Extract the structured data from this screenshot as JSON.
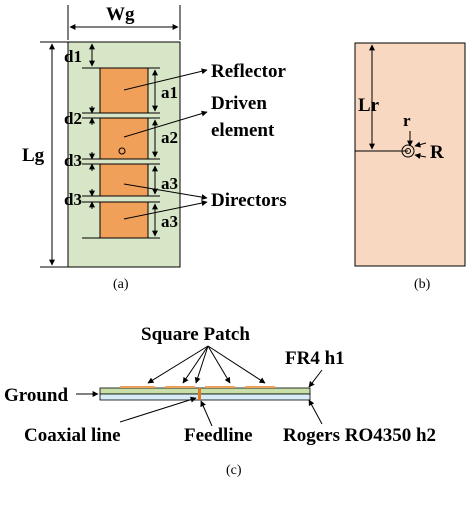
{
  "panel_a": {
    "caption": "(a)",
    "width_label": "Wg",
    "length_label": "Lg",
    "spacing_labels": [
      "d1",
      "d2",
      "d3",
      "d3"
    ],
    "patch_labels": [
      "a1",
      "a2",
      "a3",
      "a3"
    ],
    "reflector_label": "Reflector",
    "driven_label_line1": "Driven",
    "driven_label_line2": "element",
    "directors_label": "Directors"
  },
  "panel_b": {
    "caption": "(b)",
    "length_label": "Lr",
    "inner_radius_label": "r",
    "outer_radius_label": "R"
  },
  "panel_c": {
    "caption": "(c)",
    "square_patch_label": "Square Patch",
    "fr4_label": "FR4 h1",
    "ground_label": "Ground",
    "coaxial_label": "Coaxial line",
    "feedline_label": "Feedline",
    "rogers_label": "Rogers RO4350 h2"
  },
  "colors": {
    "substrate_a": "#d8e6c8",
    "patch": "#f0a058",
    "ground_b": "#f8d8c0",
    "fr4_layer": "#c8e0a8",
    "rogers_layer": "#d8ecf8",
    "patch_strip": "#f0a058",
    "ink": "#000000"
  }
}
